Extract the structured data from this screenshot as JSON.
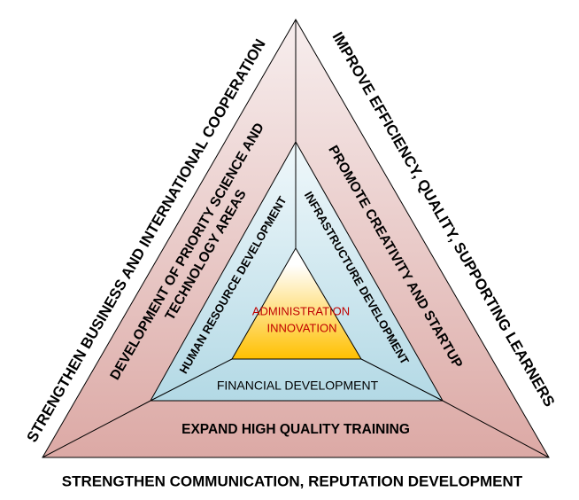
{
  "labels": {
    "outer_left": "STRENGTHEN BUSINESS AND INTERNATIONAL COOPERATION",
    "outer_right": "IMPROVE EFFICIENCY, QUALITY, SUPPORTING LEARNERS",
    "outer_bottom": "STRENGTHEN COMMUNICATION, REPUTATION DEVELOPMENT",
    "middle_left_line1": "DEVELOPMENT OF PRIORITY SCIENCE AND",
    "middle_left_line2": "TECHNOLOGY AREAS",
    "middle_right": "PROMOTE CREATIVITY AND STARTUP",
    "middle_bottom": "EXPAND HIGH QUALITY TRAINING",
    "inner_left": "HUMAN RESOURCE DEVELOPMENT",
    "inner_right": "INFRASTRUCTURE DEVELOPMENT",
    "inner_bottom": "FINANCIAL DEVELOPMENT",
    "core_line1": "ADMINISTRATION",
    "core_line2": "INNOVATION"
  },
  "colors": {
    "outer_band_top": "#f6eaea",
    "outer_band_bottom": "#ddaaa6",
    "inner_band_top": "#eef7fa",
    "inner_band_bottom": "#b5dbe6",
    "core_top": "#ffffff",
    "core_bottom": "#ffc000",
    "core_text": "#c00000"
  }
}
